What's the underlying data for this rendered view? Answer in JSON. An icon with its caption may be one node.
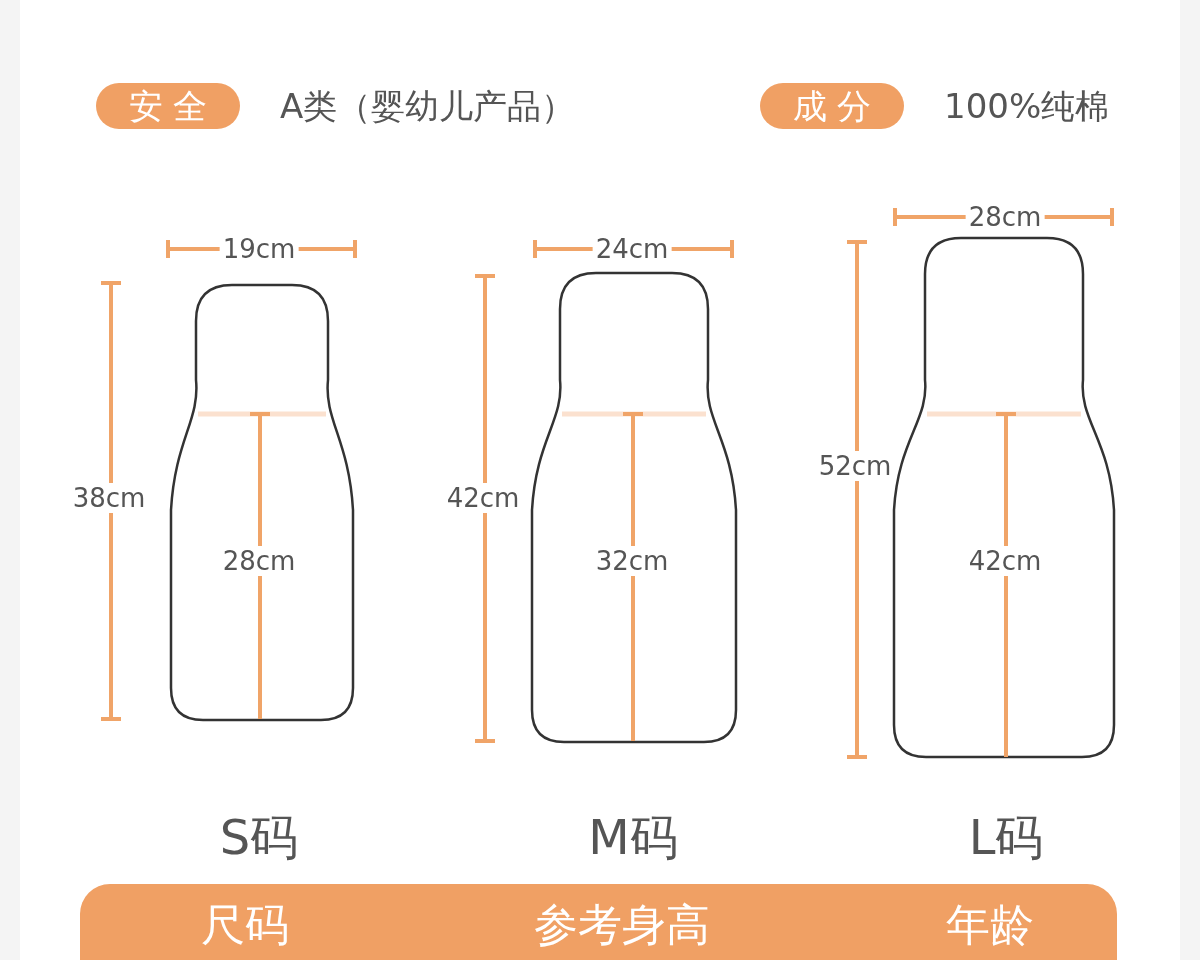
{
  "diagram": {
    "nodes": [
      {
        "text": [
          "安 全"
        ],
        "beside": [
          "A类（婴幼儿产品）"
        ]
      },
      {
        "text": [
          "成 分"
        ],
        "beside": [
          "100%纯棉"
        ]
      },
      {
        "text": [
          "尺码",
          "参考身高",
          "年龄"
        ]
      }
    ],
    "labels": [
      "19cm",
      "38cm",
      "28cm",
      "24cm",
      "42cm",
      "32cm",
      "28cm",
      "52cm",
      "42cm",
      "S码",
      "M码",
      "L码"
    ]
  }
}
